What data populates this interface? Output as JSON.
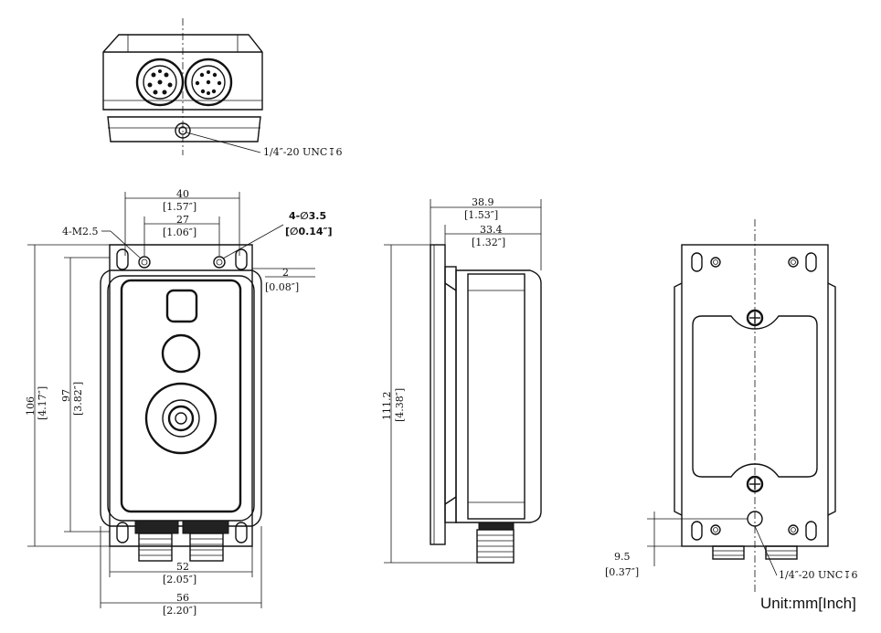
{
  "top_view": {
    "thread": "1/4″-20 UNC↧6"
  },
  "front_view": {
    "width_40": "40",
    "width_40_in": "[1.57″]",
    "width_27": "27",
    "width_27_in": "[1.06″]",
    "holes_m25": "4-M2.5",
    "holes_35": "4-∅3.5",
    "holes_35_in": "[∅0.14″]",
    "offset_2": "2",
    "offset_2_in": "[0.08″]",
    "height_106": "106",
    "height_106_in": "[4.17″]",
    "height_97": "97",
    "height_97_in": "[3.82″]",
    "width_52": "52",
    "width_52_in": "[2.05″]",
    "width_56": "56",
    "width_56_in": "[2.20″]"
  },
  "side_view": {
    "depth_389": "38.9",
    "depth_389_in": "[1.53″]",
    "depth_334": "33.4",
    "depth_334_in": "[1.32″]",
    "height_1112": "111.2",
    "height_1112_in": "[4.38″]"
  },
  "back_view": {
    "offset_95": "9.5",
    "offset_95_in": "[0.37″]",
    "thread": "1/4″-20 UNC↧6"
  },
  "unit_label": "Unit:mm[Inch]"
}
